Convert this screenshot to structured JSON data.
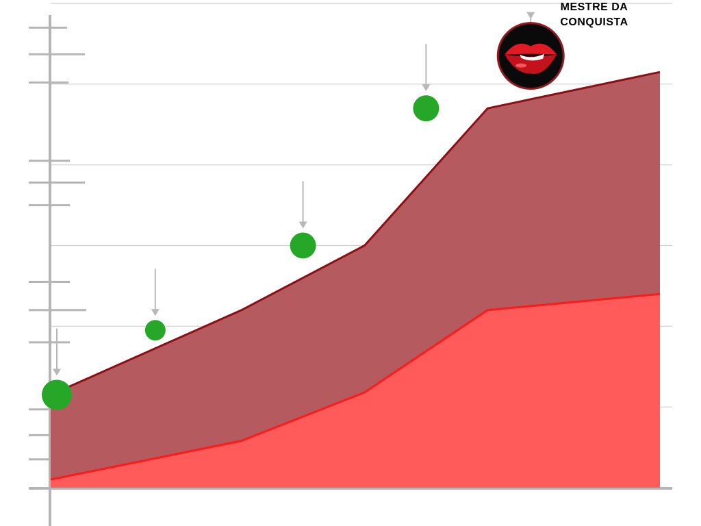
{
  "chart_data": {
    "type": "area",
    "title": "",
    "xlabel": "",
    "ylabel": "",
    "x": [
      1,
      2,
      3,
      4,
      5
    ],
    "xlim": [
      0.45,
      5.5
    ],
    "ylim": [
      0,
      6
    ],
    "grid": true,
    "series": [
      {
        "values": [
          0.1,
          0.58,
          1.18,
          2.2,
          2.4
        ],
        "color": "#ff5b5b",
        "line_color": "#ff1a1a"
      },
      {
        "values": [
          1.15,
          2.2,
          3.0,
          4.7,
          5.15
        ],
        "color": "#b55a5f",
        "line_color": "#8b0f14"
      }
    ],
    "markers": [
      {
        "x": 0.5,
        "y": 1.15,
        "size": "large"
      },
      {
        "x": 1.3,
        "y": 1.95,
        "size": "small"
      },
      {
        "x": 2.5,
        "y": 3.0,
        "size": "medium"
      },
      {
        "x": 3.5,
        "y": 4.7,
        "size": "medium"
      },
      {
        "x": 4.35,
        "y": 5.35,
        "size": "icon"
      }
    ],
    "marker_color": "#27a728",
    "annotation": {
      "text": "MESTRE DA CONQUISTA",
      "icon": "lips-icon"
    }
  }
}
